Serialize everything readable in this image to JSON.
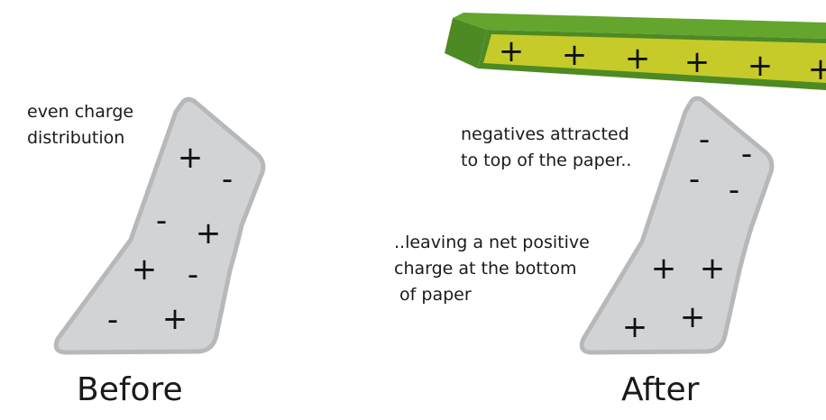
{
  "before": {
    "note_line1": "even charge",
    "note_line2": "distribution",
    "charges": [
      "+",
      "-",
      "-",
      "+",
      "+",
      "-",
      "-",
      "+"
    ],
    "caption": "Before"
  },
  "after": {
    "note_top_line1": "negatives attracted",
    "note_top_line2": "to top of the paper..",
    "note_bottom_line1": "..leaving a net positive",
    "note_bottom_line2": "charge at the bottom",
    "note_bottom_line3": " of paper",
    "rod_charges": [
      "+",
      "+",
      "+",
      "+",
      "+",
      "+"
    ],
    "paper_charges": [
      "-",
      "-",
      "-",
      "-",
      "+",
      "+",
      "+",
      "+"
    ],
    "caption": "After"
  },
  "colors": {
    "paper_fill": "#d2d3d5",
    "paper_stroke": "#b7b8ba",
    "rod_dark": "#4e8a23",
    "rod_mid": "#64a52e",
    "rod_face": "#c6cb2a"
  }
}
